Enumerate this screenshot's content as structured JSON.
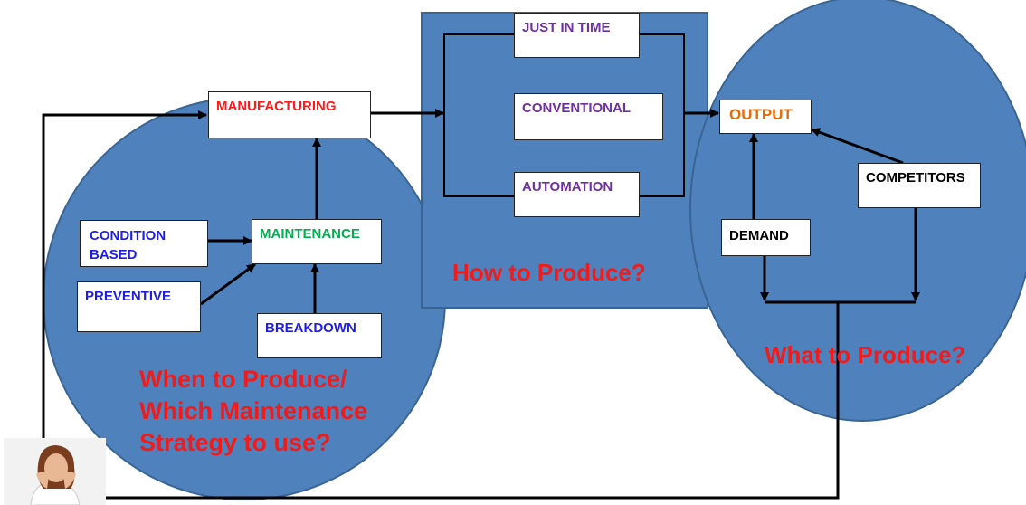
{
  "colors": {
    "region_fill": "#4f81bd",
    "region_stroke": "#3a6593",
    "arrow": "#000000",
    "title_red": "#ee1c1c",
    "manufacturing": "#ff1a1a",
    "maintenance": "#00b050",
    "strategy_blue": "#1f1fe0",
    "method_purple": "#7030a0",
    "output_orange": "#e46c0a",
    "black_text": "#000000"
  },
  "nodes": {
    "manufacturing": "MANUFACTURING",
    "maintenance": "MAINTENANCE",
    "condition_based_line1": "CONDITION",
    "condition_based_line2": "BASED",
    "preventive": "PREVENTIVE",
    "breakdown": "BREAKDOWN",
    "just_in_time": "JUST IN TIME",
    "conventional": "CONVENTIONAL",
    "automation": "AUTOMATION",
    "output": "OUTPUT",
    "competitors": "COMPETITORS",
    "demand": "DEMAND"
  },
  "regions": {
    "when_line1": "When to Produce/",
    "when_line2": "Which Maintenance",
    "when_line3": "Strategy to use?",
    "how": "How to Produce?",
    "what": "What to Produce?"
  },
  "person_icon": "stressed-woman-photo"
}
